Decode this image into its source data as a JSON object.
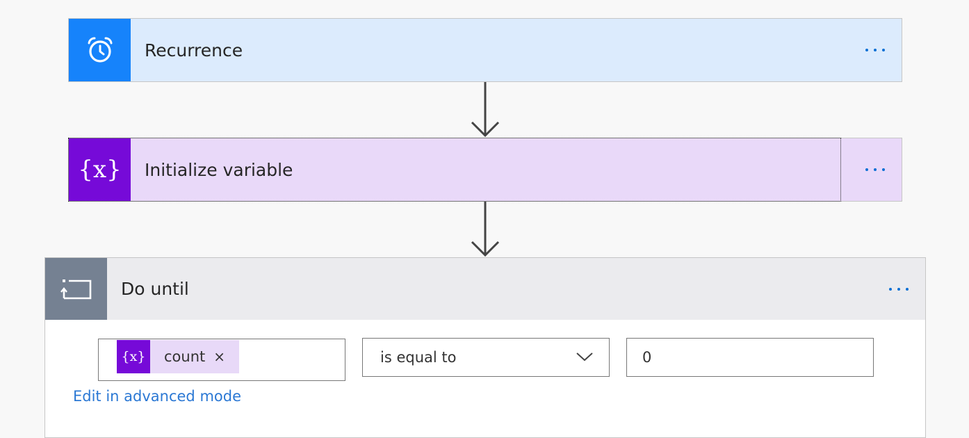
{
  "colors": {
    "recurrence_accent": "#1683fb",
    "recurrence_bg": "#dcebfd",
    "variable_accent": "#760ad8",
    "variable_bg": "#e9d9f9",
    "loop_accent": "#758192",
    "loop_bg": "#ebebee",
    "link": "#2b78d4"
  },
  "steps": {
    "recurrence": {
      "title": "Recurrence",
      "icon": "alarm-clock-icon",
      "menu_icon": "ellipsis-icon"
    },
    "initialize_variable": {
      "title": "Initialize variable",
      "icon": "variable-icon",
      "icon_text": "{x}",
      "menu_icon": "ellipsis-icon"
    },
    "do_until": {
      "title": "Do until",
      "icon": "loop-icon",
      "menu_icon": "ellipsis-icon",
      "condition": {
        "left_token": {
          "icon_text": "{x}",
          "label": "count",
          "remove_glyph": "×"
        },
        "operator": "is equal to",
        "value": "0"
      },
      "advanced_link": "Edit in advanced mode"
    }
  }
}
